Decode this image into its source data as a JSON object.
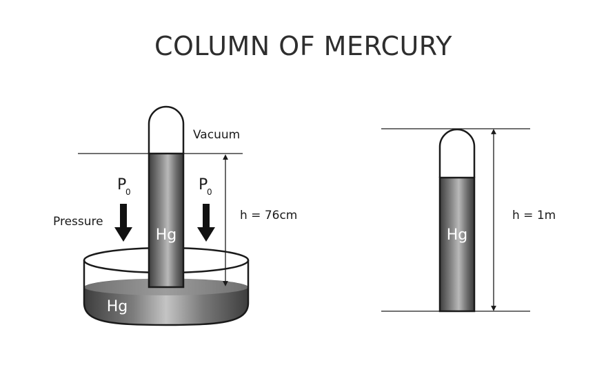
{
  "title": "COLUMN OF MERCURY",
  "left": {
    "vacuum_label": "Vacuum",
    "pressure_label": "Pressure",
    "p_symbol": "P",
    "p_subscript": "0",
    "height_label": "h = 76cm",
    "tube_label": "Hg",
    "dish_label": "Hg"
  },
  "right": {
    "height_label": "h = 1m",
    "tube_label": "Hg"
  },
  "colors": {
    "mercury_dark": "#4a4a4a",
    "mercury_light": "#c8c8c8",
    "outline": "#1a1a1a"
  }
}
